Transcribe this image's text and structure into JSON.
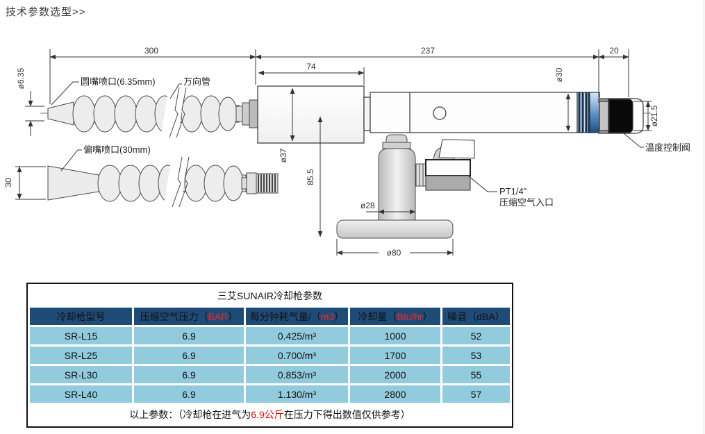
{
  "page": {
    "title": "技术参数选型>>"
  },
  "drawing": {
    "labels": {
      "round_nozzle": "圆嘴喷口(6.35mm)",
      "universal_hose": "万向管",
      "flat_nozzle": "偏嘴喷口(30mm)",
      "temp_valve": "温度控制阀",
      "air_inlet_size": "PT1/4\"",
      "air_inlet": "压缩空气入口"
    },
    "dimensions": {
      "len_hose": "300",
      "len_body": "237",
      "len_knob": "20",
      "len_front": "74",
      "dia_tip": "ø6.35",
      "width_flat": "30",
      "dia_barrel": "ø37",
      "dia_tube": "ø30",
      "dia_knob": "ø21.5",
      "height_stand": "85.5",
      "dia_column": "ø28",
      "dia_base": "ø80"
    }
  },
  "table": {
    "title": "三艾SUNAIR冷却枪参数",
    "headers": [
      {
        "pre": "冷却枪型号",
        "red": "",
        "post": ""
      },
      {
        "pre": "压缩空气压力（",
        "red": "BAR",
        "post": "）"
      },
      {
        "pre": "每分钟耗气量/（",
        "red": "m3",
        "post": "）"
      },
      {
        "pre": "冷却量（",
        "red": "Btu/hr",
        "post": "）"
      },
      {
        "pre": "噪音（dBA）",
        "red": "",
        "post": ""
      }
    ],
    "rows": [
      [
        "SR-L15",
        "6.9",
        "0.425/m³",
        "1000",
        "52"
      ],
      [
        "SR-L25",
        "6.9",
        "0.700/m³",
        "1700",
        "53"
      ],
      [
        "SR-L30",
        "6.9",
        "0.853/m³",
        "2000",
        "55"
      ],
      [
        "SR-L40",
        "6.9",
        "1.130/m³",
        "2800",
        "57"
      ]
    ],
    "footer": {
      "pre": "以上参数：（冷却枪在进气为",
      "red": "6.9公斤",
      "post": "在压力下得出数值仅供参考）"
    },
    "colors": {
      "header_bg": "#1f4b77",
      "row_bg": "#92cbdd",
      "accent_red": "#e60000"
    }
  }
}
